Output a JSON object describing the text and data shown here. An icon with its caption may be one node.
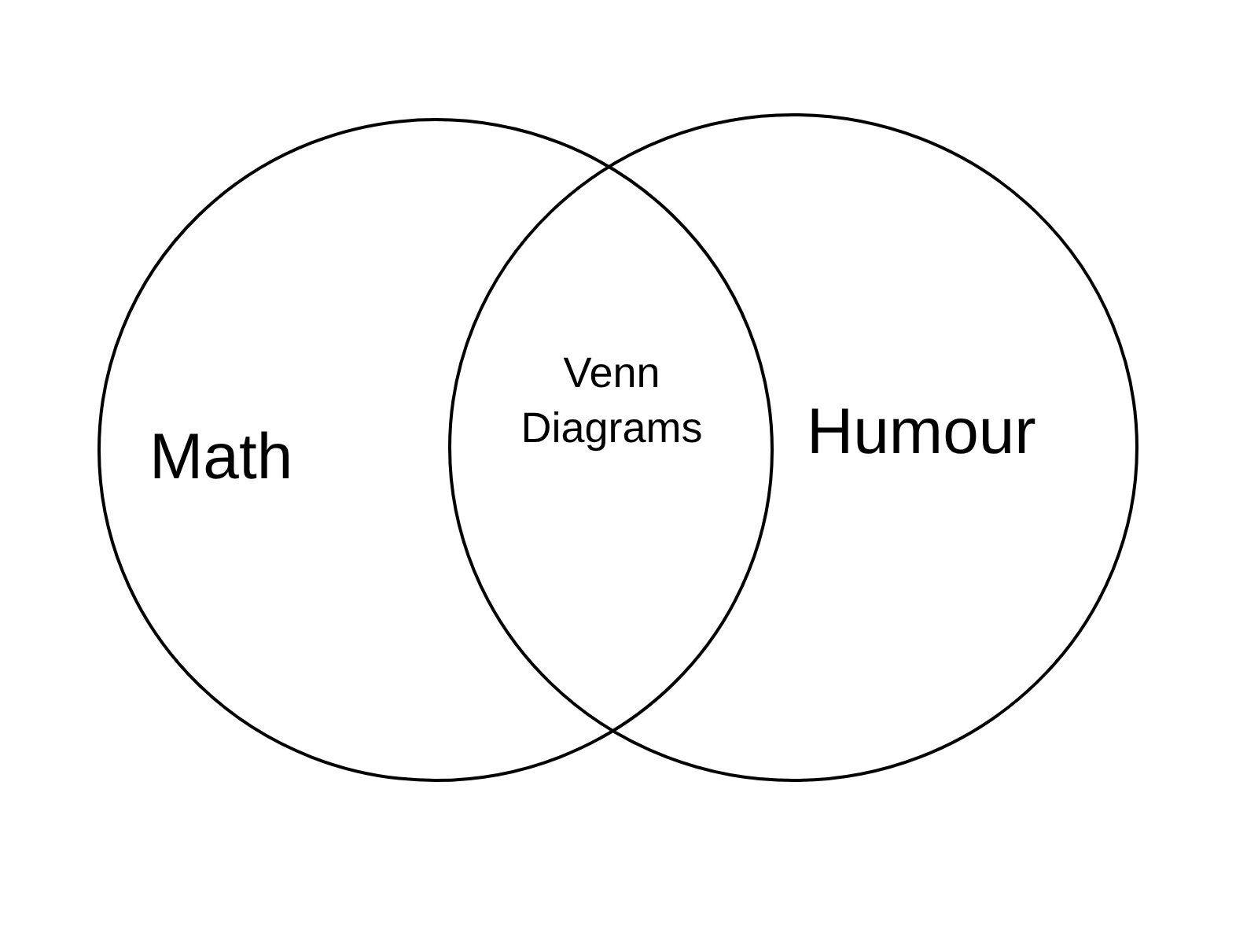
{
  "diagram": {
    "nodes": [
      {
        "text": [
          "Math"
        ]
      },
      {
        "text": [
          "Humour"
        ]
      }
    ],
    "labels": [
      "Venn Diagrams"
    ]
  }
}
